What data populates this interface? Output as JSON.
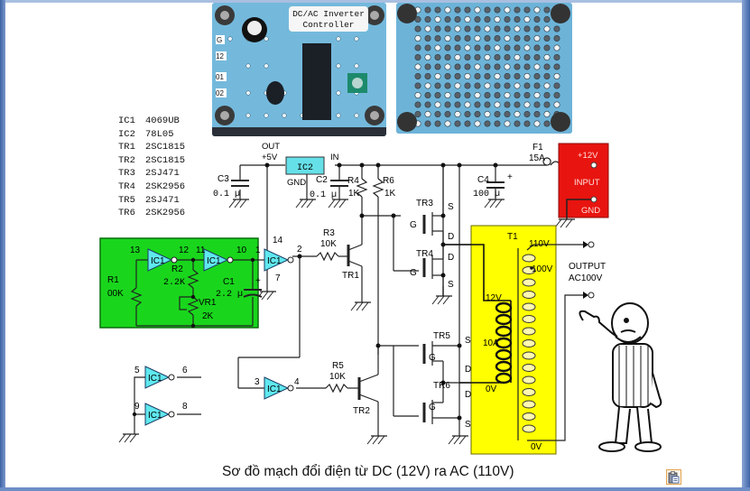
{
  "window": {
    "caption": "Sơ đồ mạch đổi điện từ DC (12V) ra AC (110V)",
    "paste_icon": "clipboard-paste-icon"
  },
  "photos": {
    "board_front_label_line1": "DC/AC Inverter",
    "board_front_label_line2": "Controller",
    "board_front_pins": [
      "G",
      "12",
      "01",
      "02"
    ]
  },
  "parts_list": [
    {
      "ref": "IC1",
      "part": "4069UB"
    },
    {
      "ref": "IC2",
      "part": "78L05"
    },
    {
      "ref": "TR1",
      "part": "2SC1815"
    },
    {
      "ref": "TR2",
      "part": "2SC1815"
    },
    {
      "ref": "TR3",
      "part": "2SJ471"
    },
    {
      "ref": "TR4",
      "part": "2SK2956"
    },
    {
      "ref": "TR5",
      "part": "2SJ471"
    },
    {
      "ref": "TR6",
      "part": "2SK2956"
    }
  ],
  "schematic": {
    "regulator": {
      "label": "IC2",
      "out": "OUT",
      "out_voltage": "+5V",
      "in": "IN",
      "gnd": "GND"
    },
    "c3": {
      "ref": "C3",
      "value": "0.1 µ"
    },
    "c2": {
      "ref": "C2",
      "value": "0.1 µ"
    },
    "r4": {
      "ref": "R4",
      "value": "1K"
    },
    "r6": {
      "ref": "R6",
      "value": "1K"
    },
    "c4": {
      "ref": "C4",
      "value": "100 µ",
      "polarity": "+"
    },
    "fuse": {
      "ref": "F1",
      "value": "15A"
    },
    "input": {
      "plus": "+12V",
      "label": "INPUT",
      "gnd": "GND",
      "color": "#e8140f"
    },
    "oscillator": {
      "color": "#19d61c",
      "inverter_label": "IC1",
      "pins": [
        "13",
        "12",
        "11",
        "10",
        "1"
      ],
      "r1": {
        "ref": "R1",
        "value": "00K"
      },
      "r2": {
        "ref": "R2",
        "value": "2.2K"
      },
      "vr1": {
        "ref": "VR1",
        "value": "2K"
      },
      "c1": {
        "ref": "C1",
        "value": "2.2 µ",
        "polarity": "+"
      }
    },
    "buffer1": {
      "label": "IC1",
      "pin_vdd": "14",
      "pin_vss": "7",
      "pin_out": "2"
    },
    "r3": {
      "ref": "R3",
      "value": "10K"
    },
    "tr1": {
      "ref": "TR1"
    },
    "buffer2": {
      "label": "IC1",
      "pin_in": "3",
      "pin_out": "4"
    },
    "r5": {
      "ref": "R5",
      "value": "10K"
    },
    "tr2": {
      "ref": "TR2"
    },
    "unused_gates": [
      {
        "label": "IC1",
        "pin_in": "5",
        "pin_out": "6"
      },
      {
        "label": "IC1",
        "pin_in": "9",
        "pin_out": "8"
      }
    ],
    "mosfets": [
      {
        "ref": "TR3",
        "g": "G",
        "s": "S",
        "d": "D"
      },
      {
        "ref": "TR4",
        "g": "G",
        "s": "S",
        "d": "D"
      },
      {
        "ref": "TR5",
        "g": "G",
        "s": "S",
        "d": "D"
      },
      {
        "ref": "TR6",
        "g": "G",
        "s": "S",
        "d": "D"
      }
    ],
    "transformer": {
      "ref": "T1",
      "color": "#ffff00",
      "primary_top": "12V",
      "primary_current": "10A",
      "primary_bottom": "0V",
      "secondary_top": "110V",
      "secondary_tap": "100V",
      "secondary_bottom": "0V"
    },
    "output": {
      "line1": "OUTPUT",
      "line2": "AC100V"
    }
  }
}
